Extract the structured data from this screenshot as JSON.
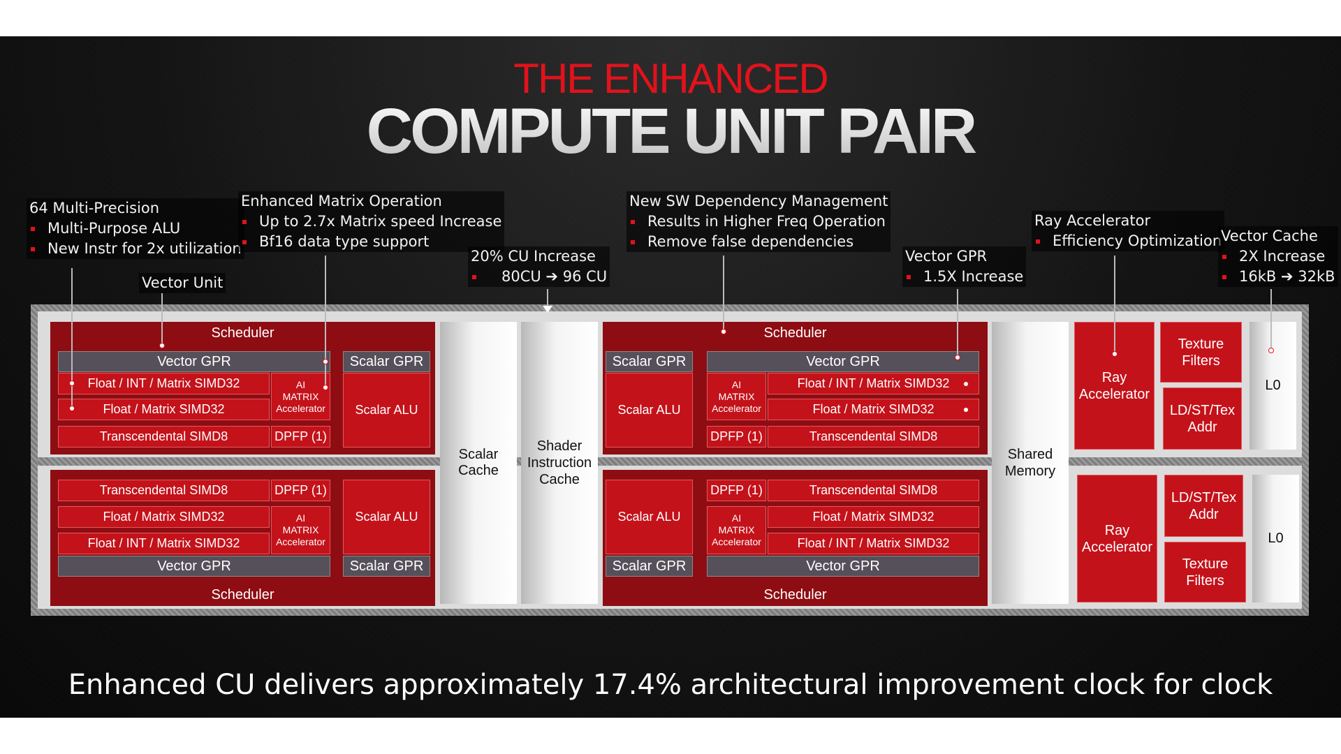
{
  "title_line1": "THE ENHANCED",
  "title_line2": "COMPUTE UNIT PAIR",
  "callouts": {
    "multi_precision": {
      "heading": "64 Multi-Precision",
      "items": [
        "Multi-Purpose ALU",
        "New Instr for 2x utilization"
      ]
    },
    "vector_unit": {
      "heading": "Vector Unit"
    },
    "matrix": {
      "heading": "Enhanced Matrix Operation",
      "items": [
        "Up to 2.7x Matrix speed Increase",
        "Bf16 data type support"
      ]
    },
    "cu_increase": {
      "heading": "20% CU Increase",
      "items": [
        "80CU ➔ 96 CU"
      ]
    },
    "sw_dependency": {
      "heading": "New SW Dependency Management",
      "items": [
        "Results in Higher Freq Operation",
        "Remove false dependencies"
      ]
    },
    "vector_gpr": {
      "heading": "Vector GPR",
      "items": [
        "1.5X Increase"
      ]
    },
    "ray_accel": {
      "heading": "Ray Accelerator",
      "items": [
        "Efficiency Optimization"
      ]
    },
    "vector_cache": {
      "heading": "Vector Cache",
      "items": [
        "2X Increase",
        "16kB ➔ 32kB"
      ]
    }
  },
  "blocks": {
    "scheduler": "Scheduler",
    "vector_gpr": "Vector GPR",
    "scalar_gpr": "Scalar GPR",
    "scalar_alu": "Scalar ALU",
    "float_int_matrix": "Float / INT / Matrix SIMD32",
    "float_matrix": "Float / Matrix SIMD32",
    "transcendental": "Transcendental SIMD8",
    "ai_matrix": "AI\nMATRIX\nAccelerator",
    "dpfp": "DPFP (1)",
    "scalar_cache": "Scalar\nCache",
    "shader_icache": "Shader\nInstruction\nCache",
    "shared_memory": "Shared\nMemory",
    "ray_accelerator": "Ray\nAccelerator",
    "texture_filters": "Texture\nFilters",
    "ldst_tex": "LD/ST/Tex\nAddr",
    "l0": "L0"
  },
  "caption": "Enhanced CU delivers approximately 17.4% architectural improvement clock for clock",
  "colors": {
    "accent_red": "#e2121b",
    "block_red": "#c4121a",
    "dark_red": "#8e0d13",
    "gpr_gray": "#555059"
  }
}
